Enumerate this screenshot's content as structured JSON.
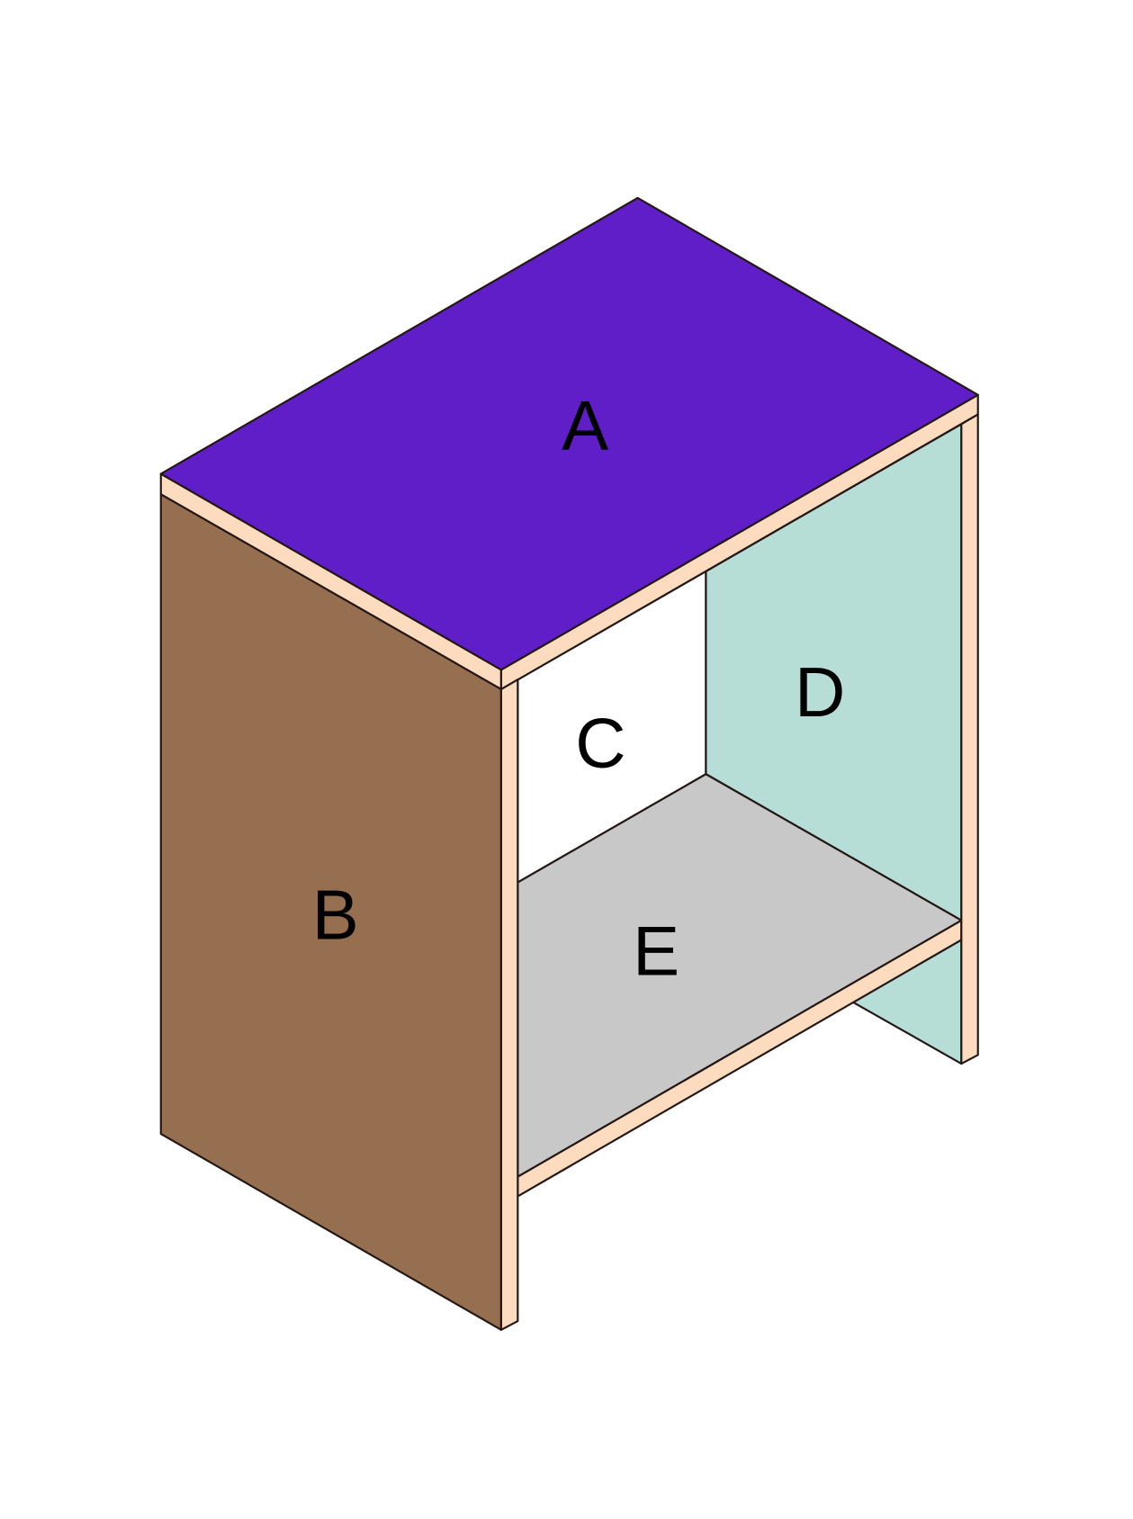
{
  "panels": {
    "A": {
      "label": "A",
      "color": "#601ec8"
    },
    "B": {
      "label": "B",
      "color": "#966e50"
    },
    "C": {
      "label": "C",
      "color": "#ffffff"
    },
    "D": {
      "label": "D",
      "color": "#b7ded6"
    },
    "E": {
      "label": "E",
      "color": "#c8c8c8"
    }
  },
  "edge_color": "#fddbbe"
}
